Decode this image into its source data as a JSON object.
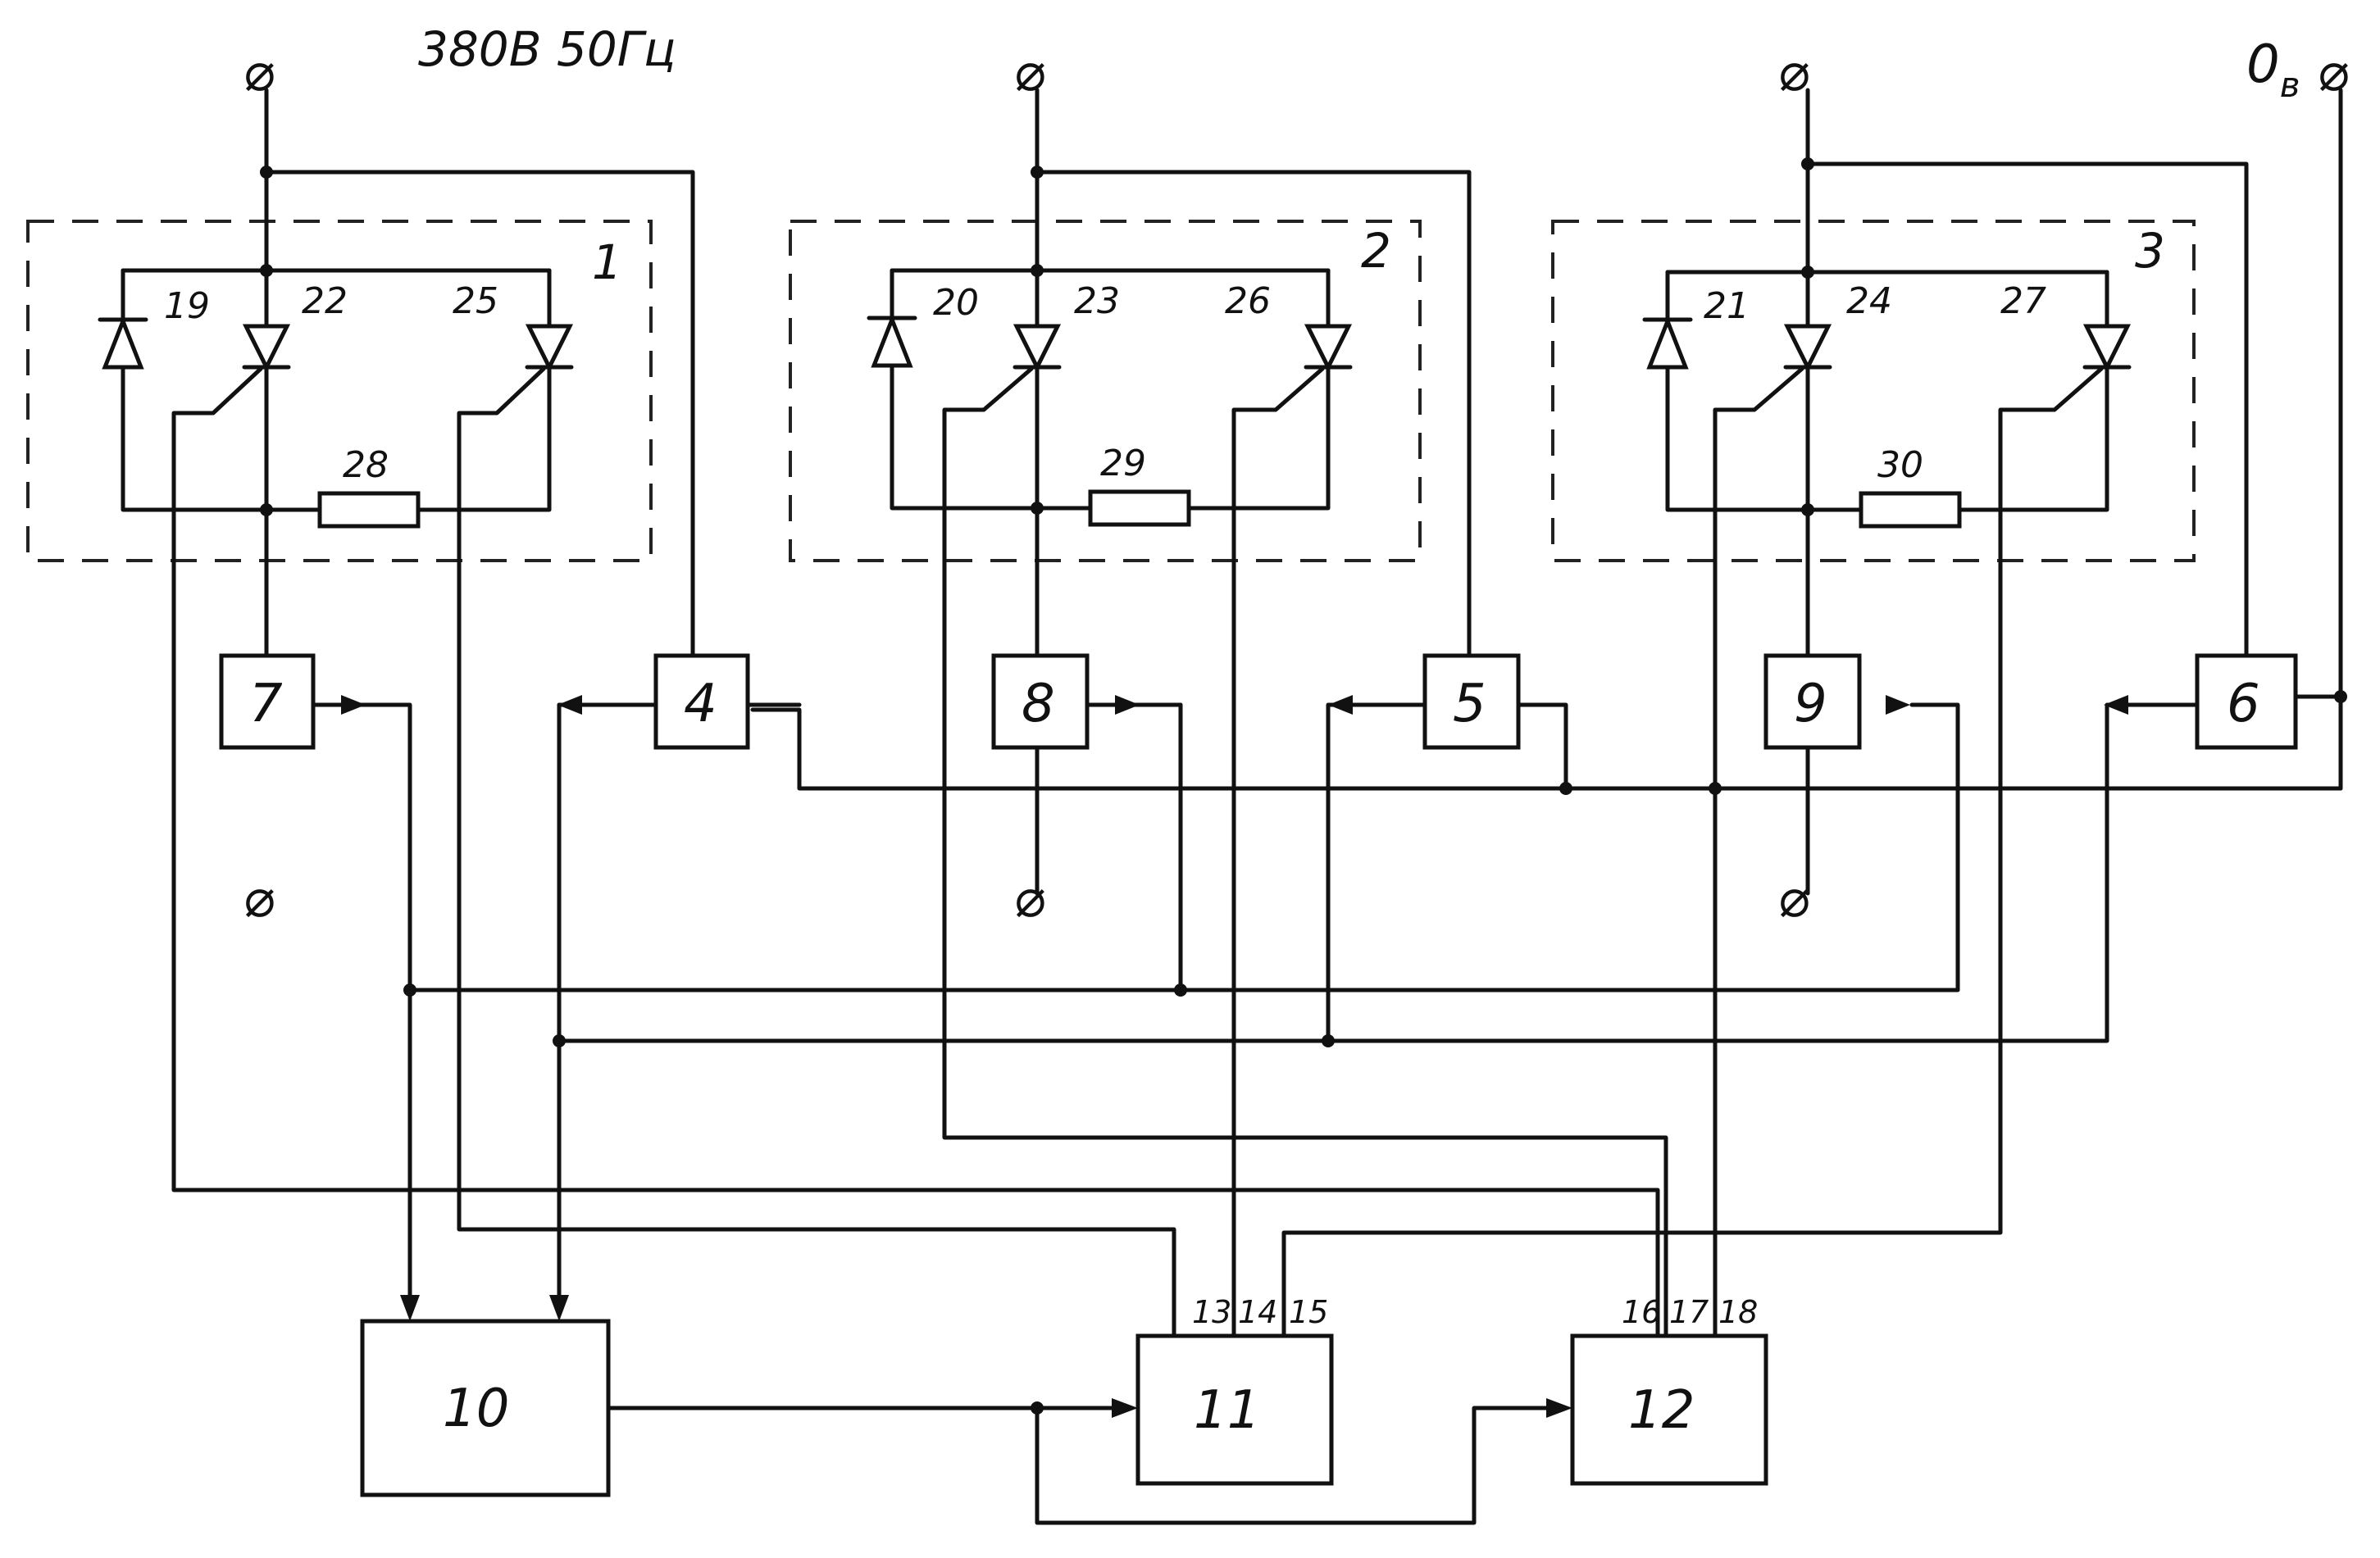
{
  "header": {
    "supply": "380В  50Гц",
    "zero": "0",
    "zero_sub": "в",
    "terminal": "⌀"
  },
  "modules": [
    {
      "id": "1",
      "diode": "19",
      "thyristor_a": "22",
      "thyristor_b": "25",
      "resistor": "28"
    },
    {
      "id": "2",
      "diode": "20",
      "thyristor_a": "23",
      "thyristor_b": "26",
      "resistor": "29"
    },
    {
      "id": "3",
      "diode": "21",
      "thyristor_a": "24",
      "thyristor_b": "27",
      "resistor": "30"
    }
  ],
  "blocks": {
    "b4": "4",
    "b5": "5",
    "b6": "6",
    "b7": "7",
    "b8": "8",
    "b9": "9",
    "b10": "10",
    "b11": "11",
    "b12": "12"
  },
  "pins": {
    "p13": "13",
    "p14": "14",
    "p15": "15",
    "p16": "16",
    "p17": "17",
    "p18": "18"
  }
}
